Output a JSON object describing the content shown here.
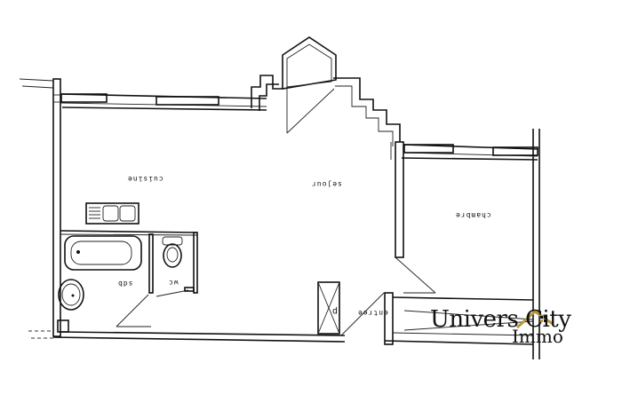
{
  "plan": {
    "rooms": [
      {
        "id": "cuisine",
        "label": "cuisine",
        "orientation": "upside-down"
      },
      {
        "id": "sejour",
        "label": "sejour",
        "orientation": "upside-down"
      },
      {
        "id": "chambre",
        "label": "chambre",
        "orientation": "upside-down"
      },
      {
        "id": "sdb",
        "label": "sdb",
        "orientation": "upside-down"
      },
      {
        "id": "wc",
        "label": "wc",
        "orientation": "upside-down"
      },
      {
        "id": "entree",
        "label": "entree",
        "orientation": "upside-down"
      },
      {
        "id": "placard",
        "label": "p",
        "orientation": "upside-down"
      }
    ],
    "fixtures": [
      "kitchen-sink",
      "bathtub",
      "washbasin",
      "toilet"
    ]
  },
  "watermark": {
    "line1": "Univers City",
    "line2": "Immo",
    "roof_color": "#b8963a",
    "text_color": "#111111"
  }
}
